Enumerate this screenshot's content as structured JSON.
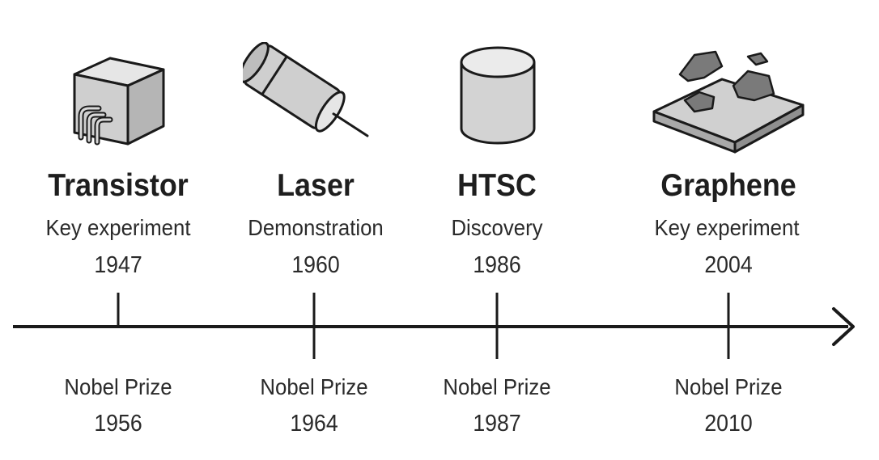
{
  "timeline": {
    "events": [
      {
        "name": "Transistor",
        "type": "Key experiment",
        "year": "1947",
        "prize_label": "Nobel Prize",
        "prize_year": "1956",
        "icon": "transistor-icon"
      },
      {
        "name": "Laser",
        "type": "Demonstration",
        "year": "1960",
        "prize_label": "Nobel Prize",
        "prize_year": "1964",
        "icon": "laser-icon"
      },
      {
        "name": "HTSC",
        "type": "Discovery",
        "year": "1986",
        "prize_label": "Nobel Prize",
        "prize_year": "1987",
        "icon": "superconductor-cylinder-icon"
      },
      {
        "name": "Graphene",
        "type": "Key experiment",
        "year": "2004",
        "prize_label": "Nobel Prize",
        "prize_year": "2010",
        "icon": "graphene-flakes-icon"
      }
    ],
    "colors": {
      "line": "#1a1a1a",
      "icon_fill_light": "#d9d9d9",
      "icon_fill_mid": "#bdbdbd",
      "icon_fill_dark": "#7a7a7a",
      "text": "#222222"
    }
  }
}
